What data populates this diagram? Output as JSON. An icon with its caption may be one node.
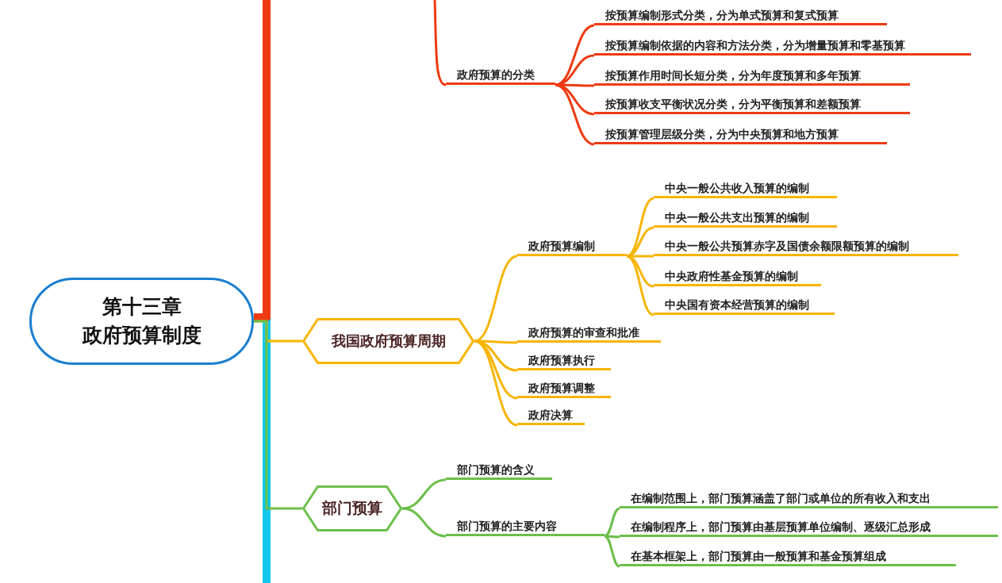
{
  "diagram": {
    "nodes": [
      {
        "text": [
          "第十三章",
          "政府预算制度"
        ]
      },
      {
        "text": [
          "政府预算的分类"
        ]
      },
      {
        "text": [
          "按预算编制形式分类，分为单式预算和复式预算"
        ]
      },
      {
        "text": [
          "按预算编制依据的内容和方法分类，分为增量预算和零基预算"
        ]
      },
      {
        "text": [
          "按预算作用时间长短分类，分为年度预算和多年预算"
        ]
      },
      {
        "text": [
          "按预算收支平衡状况分类，分为平衡预算和差额预算"
        ]
      },
      {
        "text": [
          "按预算管理层级分类，分为中央预算和地方预算"
        ]
      },
      {
        "text": [
          "我国政府预算周期"
        ]
      },
      {
        "text": [
          "政府预算编制"
        ]
      },
      {
        "text": [
          "中央一般公共收入预算的编制"
        ]
      },
      {
        "text": [
          "中央一般公共支出预算的编制"
        ]
      },
      {
        "text": [
          "中央一般公共预算赤字及国债余额限额预算的编制"
        ]
      },
      {
        "text": [
          "中央政府性基金预算的编制"
        ]
      },
      {
        "text": [
          "中央国有资本经营预算的编制"
        ]
      },
      {
        "text": [
          "政府预算的审查和批准"
        ]
      },
      {
        "text": [
          "政府预算执行"
        ]
      },
      {
        "text": [
          "政府预算调整"
        ]
      },
      {
        "text": [
          "政府决算"
        ]
      },
      {
        "text": [
          "部门预算"
        ]
      },
      {
        "text": [
          "部门预算的含义"
        ]
      },
      {
        "text": [
          "部门预算的主要内容"
        ]
      },
      {
        "text": [
          "在编制范围上，部门预算涵盖了部门或单位的所有收入和支出"
        ]
      },
      {
        "text": [
          "在编制程序上，部门预算由基层预算单位编制、逐级汇总形成"
        ]
      },
      {
        "text": [
          "在基本框架上，部门预算由一般预算和基金预算组成"
        ]
      }
    ],
    "edges": [
      {
        "from": 0,
        "to": null,
        "arrow": "none",
        "style": "thick",
        "color": "#ee3a12"
      },
      {
        "from": null,
        "to": 1,
        "arrow": "none",
        "color": "#ee3a12"
      },
      {
        "from": 1,
        "to": 2,
        "arrow": "none",
        "color": "#ee3a12"
      },
      {
        "from": 1,
        "to": 3,
        "arrow": "none",
        "color": "#ee3a12"
      },
      {
        "from": 1,
        "to": 4,
        "arrow": "none",
        "color": "#ee3a12"
      },
      {
        "from": 1,
        "to": 5,
        "arrow": "none",
        "color": "#ee3a12"
      },
      {
        "from": 1,
        "to": 6,
        "arrow": "none",
        "color": "#ee3a12"
      },
      {
        "from": 0,
        "to": 7,
        "arrow": "none"
      },
      {
        "from": 7,
        "to": 8,
        "arrow": "none"
      },
      {
        "from": 8,
        "to": 9,
        "arrow": "none"
      },
      {
        "from": 8,
        "to": 10,
        "arrow": "none"
      },
      {
        "from": 8,
        "to": 11,
        "arrow": "none"
      },
      {
        "from": 8,
        "to": 12,
        "arrow": "none"
      },
      {
        "from": 8,
        "to": 13,
        "arrow": "none"
      },
      {
        "from": 7,
        "to": 14,
        "arrow": "none"
      },
      {
        "from": 7,
        "to": 15,
        "arrow": "none"
      },
      {
        "from": 7,
        "to": 16,
        "arrow": "none"
      },
      {
        "from": 7,
        "to": 17,
        "arrow": "none"
      },
      {
        "from": 0,
        "to": 18,
        "arrow": "none",
        "color": "#6cbf4a"
      },
      {
        "from": 18,
        "to": 19,
        "arrow": "none",
        "color": "#6cbf4a"
      },
      {
        "from": 18,
        "to": 20,
        "arrow": "none",
        "color": "#6cbf4a"
      },
      {
        "from": 20,
        "to": 21,
        "arrow": "none",
        "color": "#6cbf4a"
      },
      {
        "from": 20,
        "to": 22,
        "arrow": "none",
        "color": "#6cbf4a"
      },
      {
        "from": 20,
        "to": 23,
        "arrow": "none",
        "color": "#6cbf4a"
      }
    ]
  }
}
